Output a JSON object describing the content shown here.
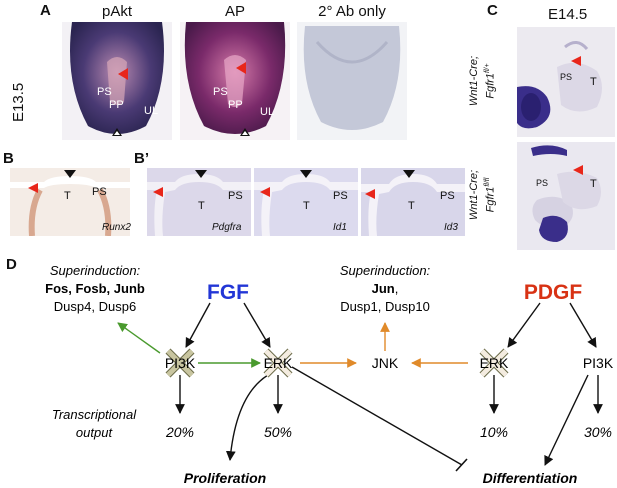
{
  "panelA": {
    "letter": "A",
    "stage": "E13.5",
    "tiles": [
      {
        "title": "pAkt",
        "labels": {
          "ps": "PS",
          "pp": "PP",
          "ul": "UL"
        }
      },
      {
        "title": "AP",
        "labels": {
          "ps": "PS",
          "pp": "PP",
          "ul": "UL"
        }
      },
      {
        "title": "2° Ab only"
      }
    ]
  },
  "panelB": {
    "letter": "B",
    "labels": {
      "t": "T",
      "ps": "PS"
    },
    "gene": "Runx2"
  },
  "panelBp": {
    "letter": "B’",
    "tiles": [
      {
        "t": "T",
        "ps": "PS",
        "gene": "Pdgfra"
      },
      {
        "t": "T",
        "ps": "PS",
        "gene": "Id1"
      },
      {
        "t": "T",
        "ps": "PS",
        "gene": "Id3"
      }
    ]
  },
  "panelC": {
    "letter": "C",
    "stage": "E14.5",
    "rows": [
      {
        "genotype_line1": "Wnt1-Cre;",
        "genotype_line2": "Fgfr1",
        "sup": "fl/+",
        "ps": "PS",
        "t": "T"
      },
      {
        "genotype_line1": "Wnt1-Cre;",
        "genotype_line2": "Fgfr1",
        "sup": "fl/fl",
        "ps": "PS",
        "t": "T"
      }
    ]
  },
  "panelD": {
    "letter": "D",
    "fgf": {
      "name": "FGF",
      "superinduction_title": "Superinduction:",
      "genes_bold": "Fos, Fosb, Junb",
      "genes_rest": "Dusp4, Dusp6",
      "pi3k": "PI3K",
      "erk": "ERK",
      "pct_pi3k": "20%",
      "pct_erk": "50%"
    },
    "pdgf": {
      "name": "PDGF",
      "superinduction_title": "Superinduction:",
      "genes_bold": "Jun",
      "genes_rest": "Dusp1, Dusp10",
      "jnk": "JNK",
      "erk": "ERK",
      "pi3k": "PI3K",
      "pct_erk": "10%",
      "pct_pi3k": "30%"
    },
    "transcriptional_1": "Transcriptional",
    "transcriptional_2": "output",
    "proliferation": "Proliferation",
    "differentiation": "Differentiation",
    "colors": {
      "fgf": "#2236d6",
      "pdgf": "#d83214",
      "green": "#4a9a2e",
      "orange": "#e08a2a",
      "x_fill": "#c8c5a0"
    }
  }
}
